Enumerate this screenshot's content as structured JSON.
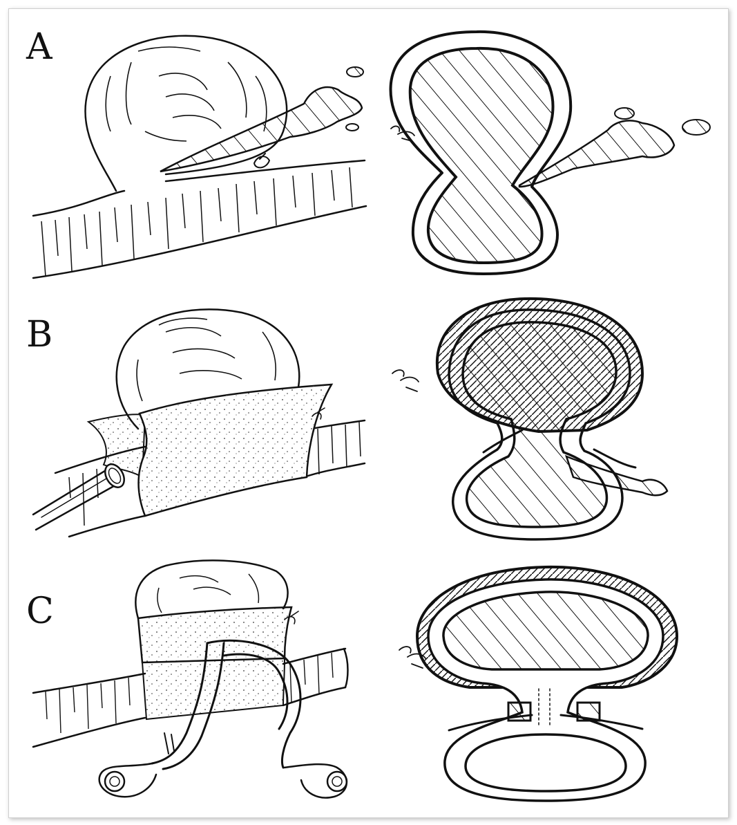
{
  "figure": {
    "panels": [
      {
        "label": "A",
        "left_view": "aneurysm-with-ruptured-bleb",
        "right_view": "cross-section-ruptured"
      },
      {
        "label": "B",
        "left_view": "aneurysm-wrapped-with-suction",
        "right_view": "cross-section-wrapped"
      },
      {
        "label": "C",
        "left_view": "aneurysm-wrapped-and-clipped",
        "right_view": "cross-section-clipped"
      }
    ],
    "colors": {
      "ink": "#111111",
      "background": "#ffffff",
      "frame": "#cfcfcf"
    }
  }
}
